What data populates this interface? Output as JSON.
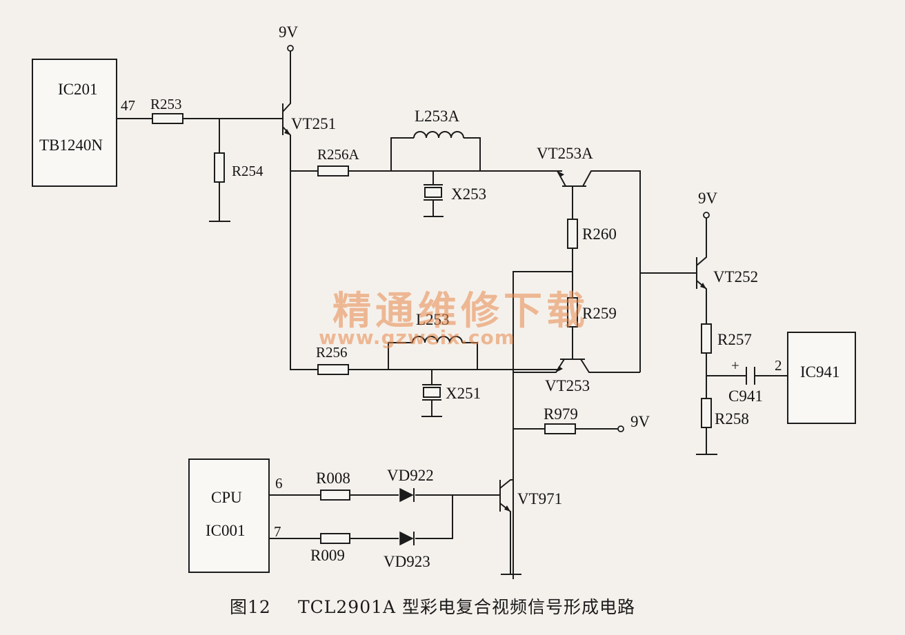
{
  "title": "TCL2901A 型彩电复合视频信号形成电路",
  "caption": {
    "figure_no": "图12",
    "text": "TCL2901A 型彩电复合视频信号形成电路"
  },
  "watermark": {
    "text": "精通维修下载",
    "url": "www.gzweix.com"
  },
  "components": {
    "ic201": {
      "name": "IC201",
      "part": "TB1240N",
      "pin": "47"
    },
    "ic941": {
      "name": "IC941",
      "pin": "2"
    },
    "cpu": {
      "name": "CPU",
      "part": "IC001",
      "pin_a": "6",
      "pin_b": "7"
    },
    "supply_label": "9V",
    "resistors": {
      "r253": "R253",
      "r254": "R254",
      "r256a": "R256A",
      "r256": "R256",
      "r260": "R260",
      "r259": "R259",
      "r257": "R257",
      "r258": "R258",
      "r979": "R979",
      "r008": "R008",
      "r009": "R009"
    },
    "transistors": {
      "vt251": "VT251",
      "vt252": "VT252",
      "vt253a": "VT253A",
      "vt253": "VT253",
      "vt971": "VT971"
    },
    "inductors": {
      "l253a": "L253A",
      "l253": "L253"
    },
    "crystals": {
      "x253": "X253",
      "x251": "X251"
    },
    "capacitor": {
      "c941": "C941",
      "polarity": "+"
    },
    "diodes": {
      "vd922": "VD922",
      "vd923": "VD923"
    }
  }
}
